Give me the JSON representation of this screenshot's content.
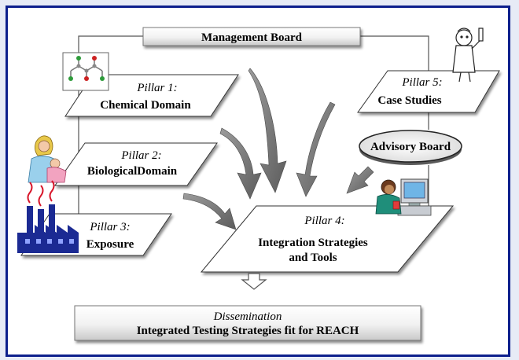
{
  "management_board": "Management Board",
  "advisory_board": "Advisory Board",
  "pillars": [
    {
      "heading": "Pillar 1:",
      "title": "Chemical Domain"
    },
    {
      "heading": "Pillar 2:",
      "title": "BiologicalDomain"
    },
    {
      "heading": "Pillar 3:",
      "title": "Exposure"
    },
    {
      "heading": "Pillar 4:",
      "title_line1": "Integration Strategies",
      "title_line2": "and Tools"
    },
    {
      "heading": "Pillar 5:",
      "title": "Case Studies"
    }
  ],
  "dissemination": {
    "heading": "Dissemination",
    "title": "Integrated Testing Strategies fit for REACH"
  },
  "colors": {
    "frame": "#0d1f8c",
    "background": "#e7ebf6",
    "arrow_fill": "#7a7a7a",
    "factory": "#1b2a93",
    "smoke": "#d8162a"
  },
  "icons": [
    "molecule-icon",
    "scientist-icon",
    "mother-child-icon",
    "factory-icon",
    "computer-user-icon"
  ]
}
